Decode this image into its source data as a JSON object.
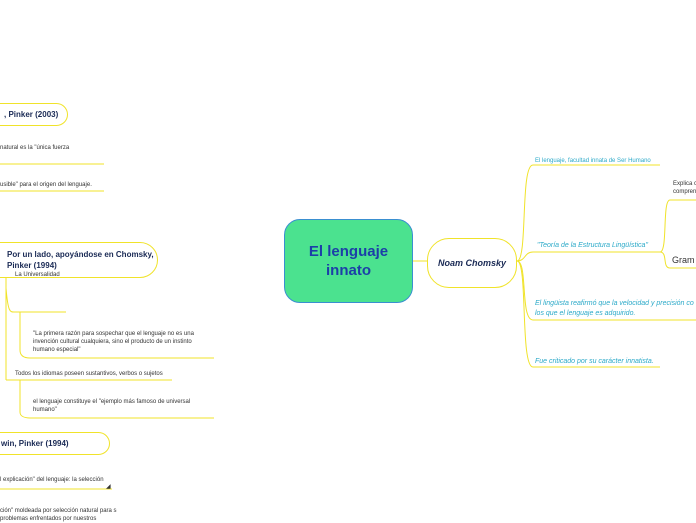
{
  "central": {
    "title": "El lenguaje innato"
  },
  "right": {
    "main": "Noam Chomsky",
    "items": [
      "El lenguaje, facultad innata de Ser Humano",
      "\"Teoría de la Estructura Lingüística\"",
      "El lingüista reafirmó que la velocidad y precisión co los que el lenguaje es adquirido.",
      "Fue criticado por su carácter innatista."
    ],
    "sub": [
      "Explica c compren",
      "Gram"
    ]
  },
  "left": {
    "topic1": {
      "title": ", Pinker (2003)",
      "items": [
        "natural es la \"única fuerza",
        "usible\" para el origen del lenguaje."
      ]
    },
    "topic2": {
      "title": "Por un lado, apoyándose en Chomsky, Pinker (1994)",
      "items": [
        "La Universalidad",
        "\"La primera razón para sospechar que el lenguaje no es una invención cultural cualquiera, sino el producto de un instinto humano especial\"",
        "Todos los idiomas poseen sustantivos, verbos o sujetos",
        "el lenguaje constituye el \"ejemplo más famoso de universal humano\""
      ]
    },
    "topic3": {
      "title": "win, Pinker (1994)",
      "items": [
        "l explicación\" del lenguaje: la selección",
        "ción\" moldeada por selección natural para s problemas enfrentados por nuestros"
      ]
    }
  },
  "colors": {
    "central": "#4be28f",
    "central_border": "#3a8fd0",
    "branch": "#f0e32a",
    "teal": "#2aa9c8"
  }
}
